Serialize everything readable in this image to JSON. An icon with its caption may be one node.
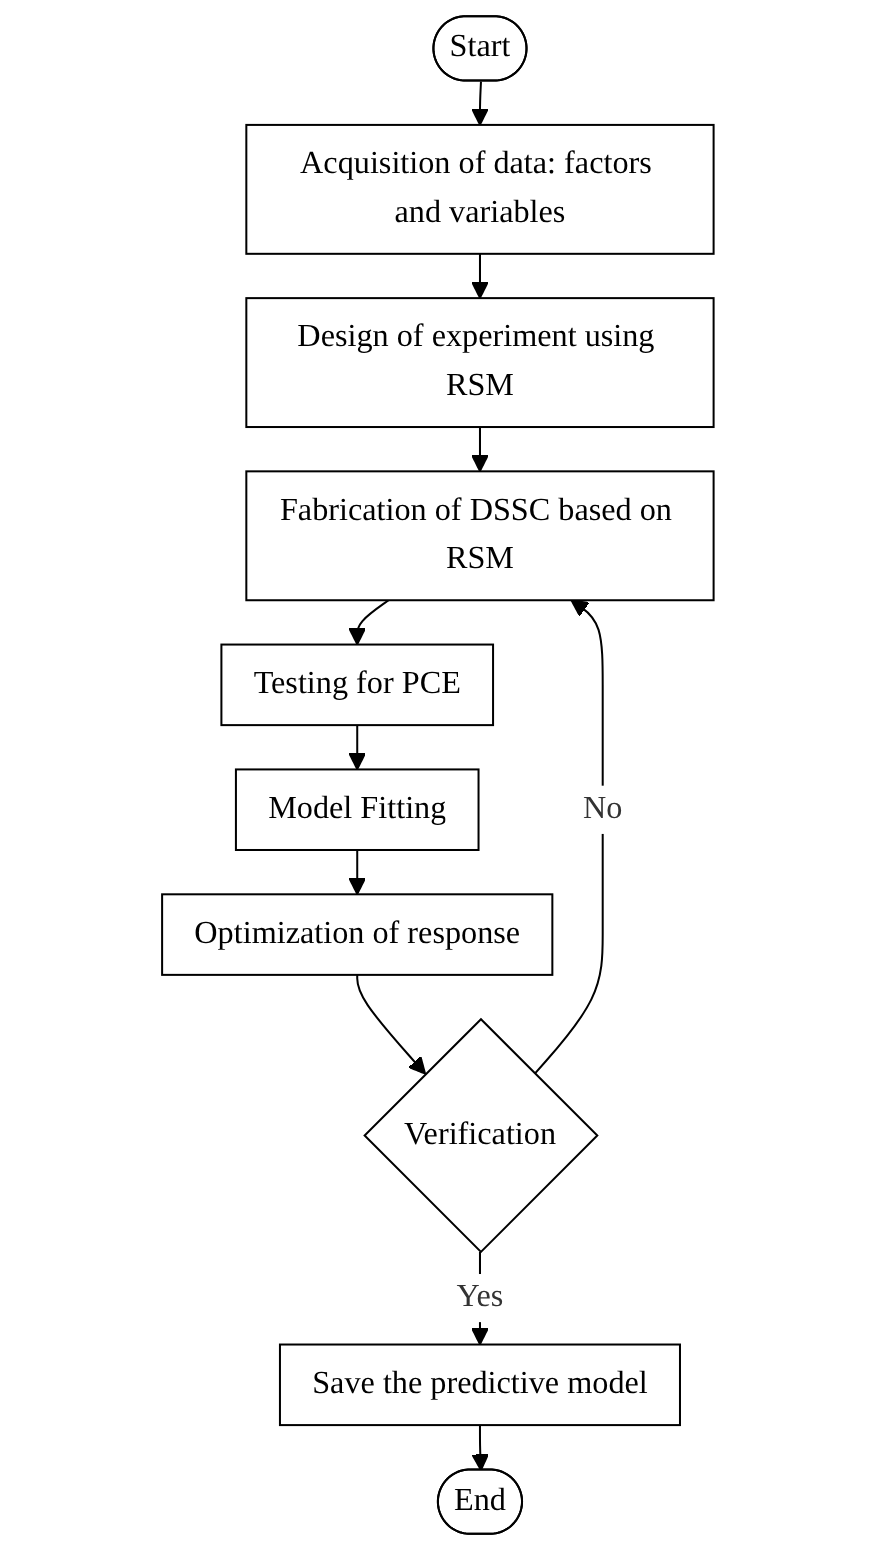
{
  "diagram": {
    "nodes": [
      {
        "text": [
          "Start"
        ]
      },
      {
        "text": [
          "Acquisition of data: factors and variables"
        ]
      },
      {
        "text": [
          "Design of experiment using RSM"
        ]
      },
      {
        "text": [
          "Fabrication of DSSC based on RSM"
        ]
      },
      {
        "text": [
          "Testing for PCE"
        ]
      },
      {
        "text": [
          "Model Fitting"
        ]
      },
      {
        "text": [
          "Optimization of response"
        ]
      },
      {
        "text": [
          "Verification"
        ]
      },
      {
        "text": [
          "Save the predictive model"
        ]
      },
      {
        "text": [
          "End"
        ]
      }
    ],
    "edges": [
      {
        "from": 0,
        "to": 1,
        "arrow": "to"
      },
      {
        "from": 1,
        "to": 2,
        "arrow": "to"
      },
      {
        "from": 2,
        "to": 3,
        "arrow": "to"
      },
      {
        "from": 3,
        "to": 4,
        "arrow": "to"
      },
      {
        "from": 4,
        "to": 5,
        "arrow": "to"
      },
      {
        "from": 5,
        "to": 6,
        "arrow": "to"
      },
      {
        "from": 6,
        "to": 7,
        "arrow": "to"
      },
      {
        "from": 7,
        "to": 8,
        "label": "Yes",
        "arrow": "to"
      },
      {
        "from": 7,
        "to": 3,
        "label": "No",
        "arrow": "to"
      },
      {
        "from": 8,
        "to": 9,
        "arrow": "to"
      }
    ]
  }
}
